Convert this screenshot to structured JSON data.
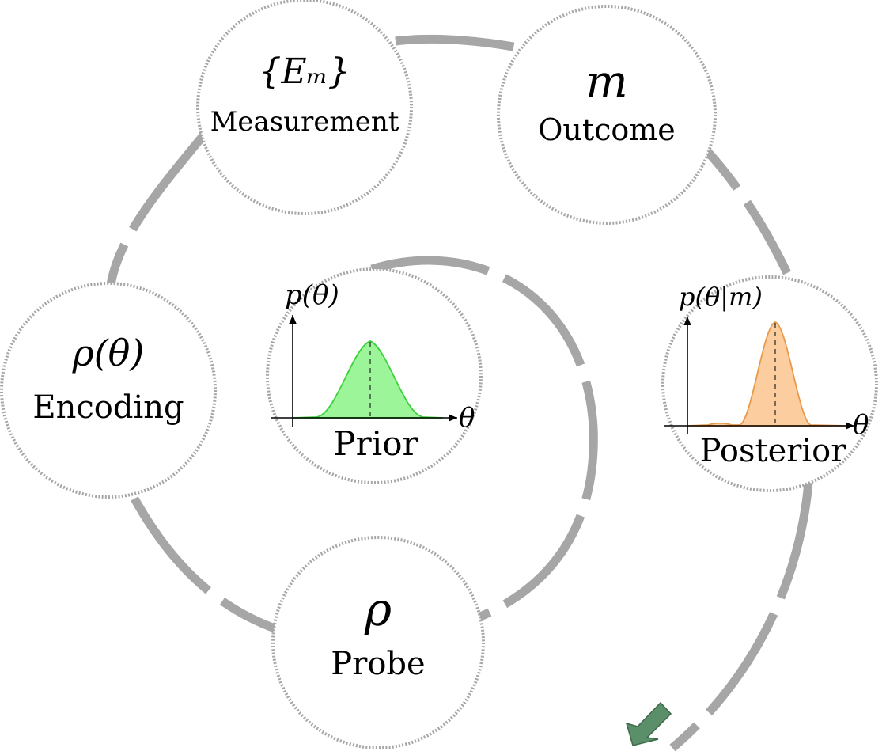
{
  "nodes": {
    "measurement": {
      "symbol": "{Eₘ}",
      "label": "Measurement"
    },
    "outcome": {
      "symbol": "m",
      "label": "Outcome"
    },
    "encoding": {
      "symbol": "ρ(θ)",
      "label": "Encoding"
    },
    "probe": {
      "symbol": "ρ",
      "label": "Probe"
    },
    "prior": {
      "ylabel": "p(θ)",
      "xlabel": "θ",
      "label": "Prior"
    },
    "posterior": {
      "ylabel": "p(θ|m)",
      "xlabel": "θ",
      "label": "Posterior"
    }
  },
  "colors": {
    "prior_fill": "#9df59a",
    "prior_stroke": "#3ad13a",
    "posterior_fill": "#fbcd9f",
    "posterior_stroke": "#e89a4a",
    "arc": "#a6a6a6",
    "arrow": "#5b8f6a"
  }
}
